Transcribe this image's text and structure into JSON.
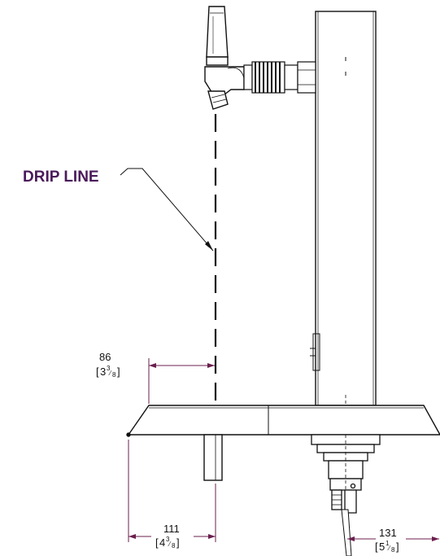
{
  "callout": {
    "label": "DRIP LINE"
  },
  "dimensions": {
    "left_offset": {
      "value": "86",
      "fraction_whole": "3",
      "fraction_num": "3",
      "fraction_den": "8"
    },
    "base_width": {
      "value": "111",
      "fraction_whole": "4",
      "fraction_num": "3",
      "fraction_den": "8"
    },
    "right_offset": {
      "value": "131",
      "fraction_whole": "5",
      "fraction_num": "1",
      "fraction_den": "8"
    }
  },
  "colors": {
    "dimension": "#6b1f4e",
    "line": "#111111",
    "callout": "#4a1a5a"
  }
}
